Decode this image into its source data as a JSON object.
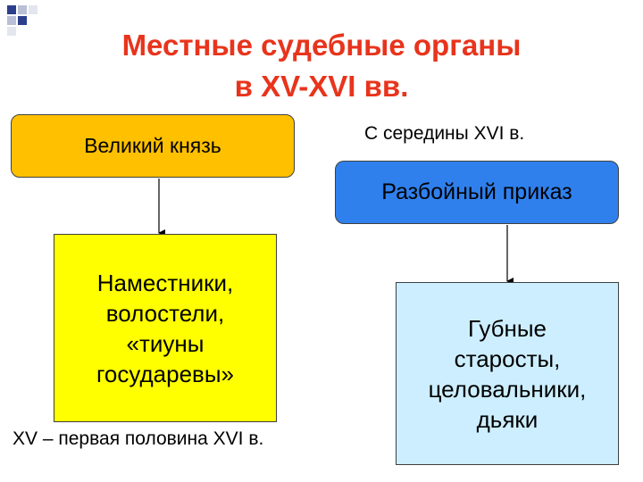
{
  "title": {
    "line1": "Местные судебные органы",
    "line2": "в XV-XVI вв."
  },
  "boxes": {
    "grand_prince": "Великий князь",
    "robbery_office": "Разбойный приказ",
    "governors": [
      "Наместники,",
      "волостели,",
      "«тиуны",
      "государевы»"
    ],
    "elders": [
      "Губные",
      "старосты,",
      "целовальники,",
      "дьяки"
    ]
  },
  "notes": {
    "since_mid_16": "С середины XVI в.",
    "period_15_16": "XV – первая половина XVI в."
  },
  "colors": {
    "title": "#e8341c",
    "grand_prince_fill": "#ffc000",
    "robbery_office_fill": "#2f80ed",
    "governors_fill": "#ffff00",
    "elders_fill": "#cceeff"
  }
}
